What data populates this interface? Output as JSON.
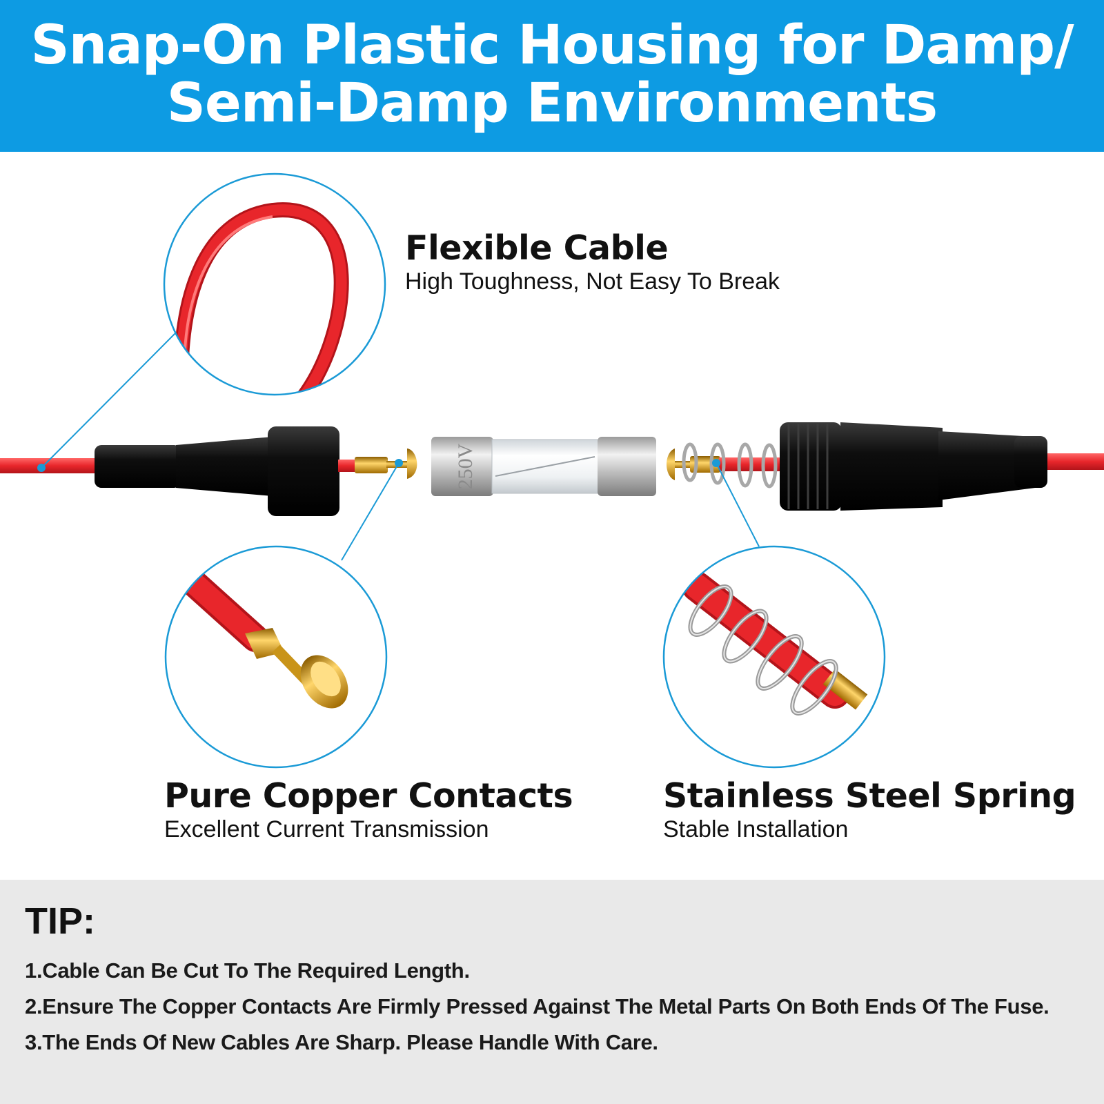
{
  "banner": {
    "title_line1": "Snap-On Plastic Housing for Damp/",
    "title_line2": "Semi-Damp Environments",
    "background": "#0d9be3"
  },
  "features": {
    "cable": {
      "title": "Flexible Cable",
      "subtitle": "High Toughness, Not Easy To Break"
    },
    "copper": {
      "title": "Pure Copper Contacts",
      "subtitle": "Excellent Current Transmission"
    },
    "spring": {
      "title": "Stainless Steel Spring",
      "subtitle": "Stable Installation"
    }
  },
  "fuse": {
    "marking": "250V"
  },
  "colors": {
    "wire": "#e8262b",
    "callout": "#1a9ad6",
    "housing": "#111111",
    "gold": "#d9a520"
  },
  "tip": {
    "title": "TIP:",
    "items": [
      "1.Cable Can Be Cut To The Required Length.",
      "2.Ensure The Copper Contacts Are Firmly Pressed Against The Metal Parts On Both Ends Of The Fuse.",
      "3.The Ends Of New Cables Are Sharp. Please Handle With Care."
    ]
  }
}
